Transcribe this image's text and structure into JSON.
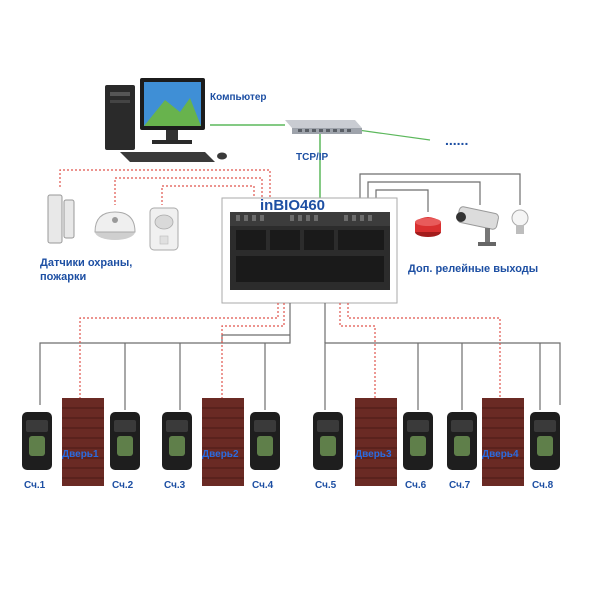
{
  "labels": {
    "computer": "Компьютер",
    "network": "TCP/IP",
    "dots": "......",
    "controller": "inBIO460",
    "sensors_line1": "Датчики охраны,",
    "sensors_line2": "пожарки",
    "relay_outputs": "Доп. релейные выходы"
  },
  "doors": [
    "Дверь1",
    "Дверь2",
    "Дверь3",
    "Дверь4"
  ],
  "readers": [
    "Сч.1",
    "Сч.2",
    "Сч.3",
    "Сч.4",
    "Сч.5",
    "Сч.6",
    "Сч.7",
    "Сч.8"
  ],
  "colors": {
    "label_blue": "#1d4fa3",
    "wire_gray": "#6e6e6e",
    "wire_red_dotted": "#e0544c",
    "net_green": "#5cb85c",
    "door_brown": "#6a2a24",
    "reader_dark": "#1e1e1e"
  }
}
